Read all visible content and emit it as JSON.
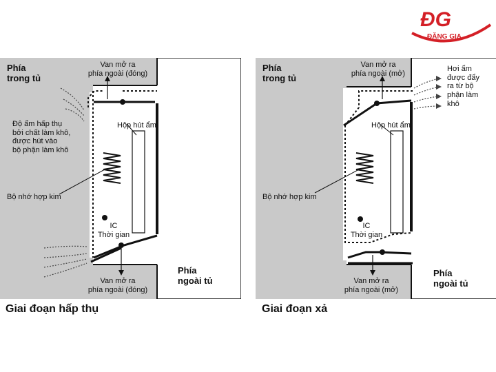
{
  "logo": {
    "mark": "ĐG",
    "name": "ĐẶNG GIA",
    "color": "#d41f26"
  },
  "panels": [
    {
      "inside": "Phía\ntrong tủ",
      "outside": "Phía\nngoài tủ",
      "top_valve": "Van mở ra\nphía ngoài (đóng)",
      "bottom_valve": "Van mở ra\nphía ngoài (đóng)",
      "box": "Hộp hút ẩm",
      "alloy": "Bộ nhớ hợp kim",
      "timer": "IC\nThời gian",
      "note": "Độ ẩm hấp thụ\nbởi chất làm khô,\nđược hút vào\nbộ phận làm khô",
      "caption": "Giai đoạn hấp thụ"
    },
    {
      "inside": "Phía\ntrong tủ",
      "outside": "Phía\nngoài tủ",
      "top_valve": "Van mở ra\nphía ngoài (mở)",
      "bottom_valve": "Van mở ra\nphía ngoài (mở)",
      "box": "Hộp hút ẩm",
      "alloy": "Bộ nhớ hợp kim",
      "timer": "IC\nThời gian",
      "note": "Hơi ẩm\nđược đẩy\nra từ bộ\nphận làm\nkhô",
      "caption": "Giai đoạn xả"
    }
  ],
  "colors": {
    "wall": "#c9c9c9",
    "line": "#111111",
    "panel_bg": "#ffffff"
  }
}
